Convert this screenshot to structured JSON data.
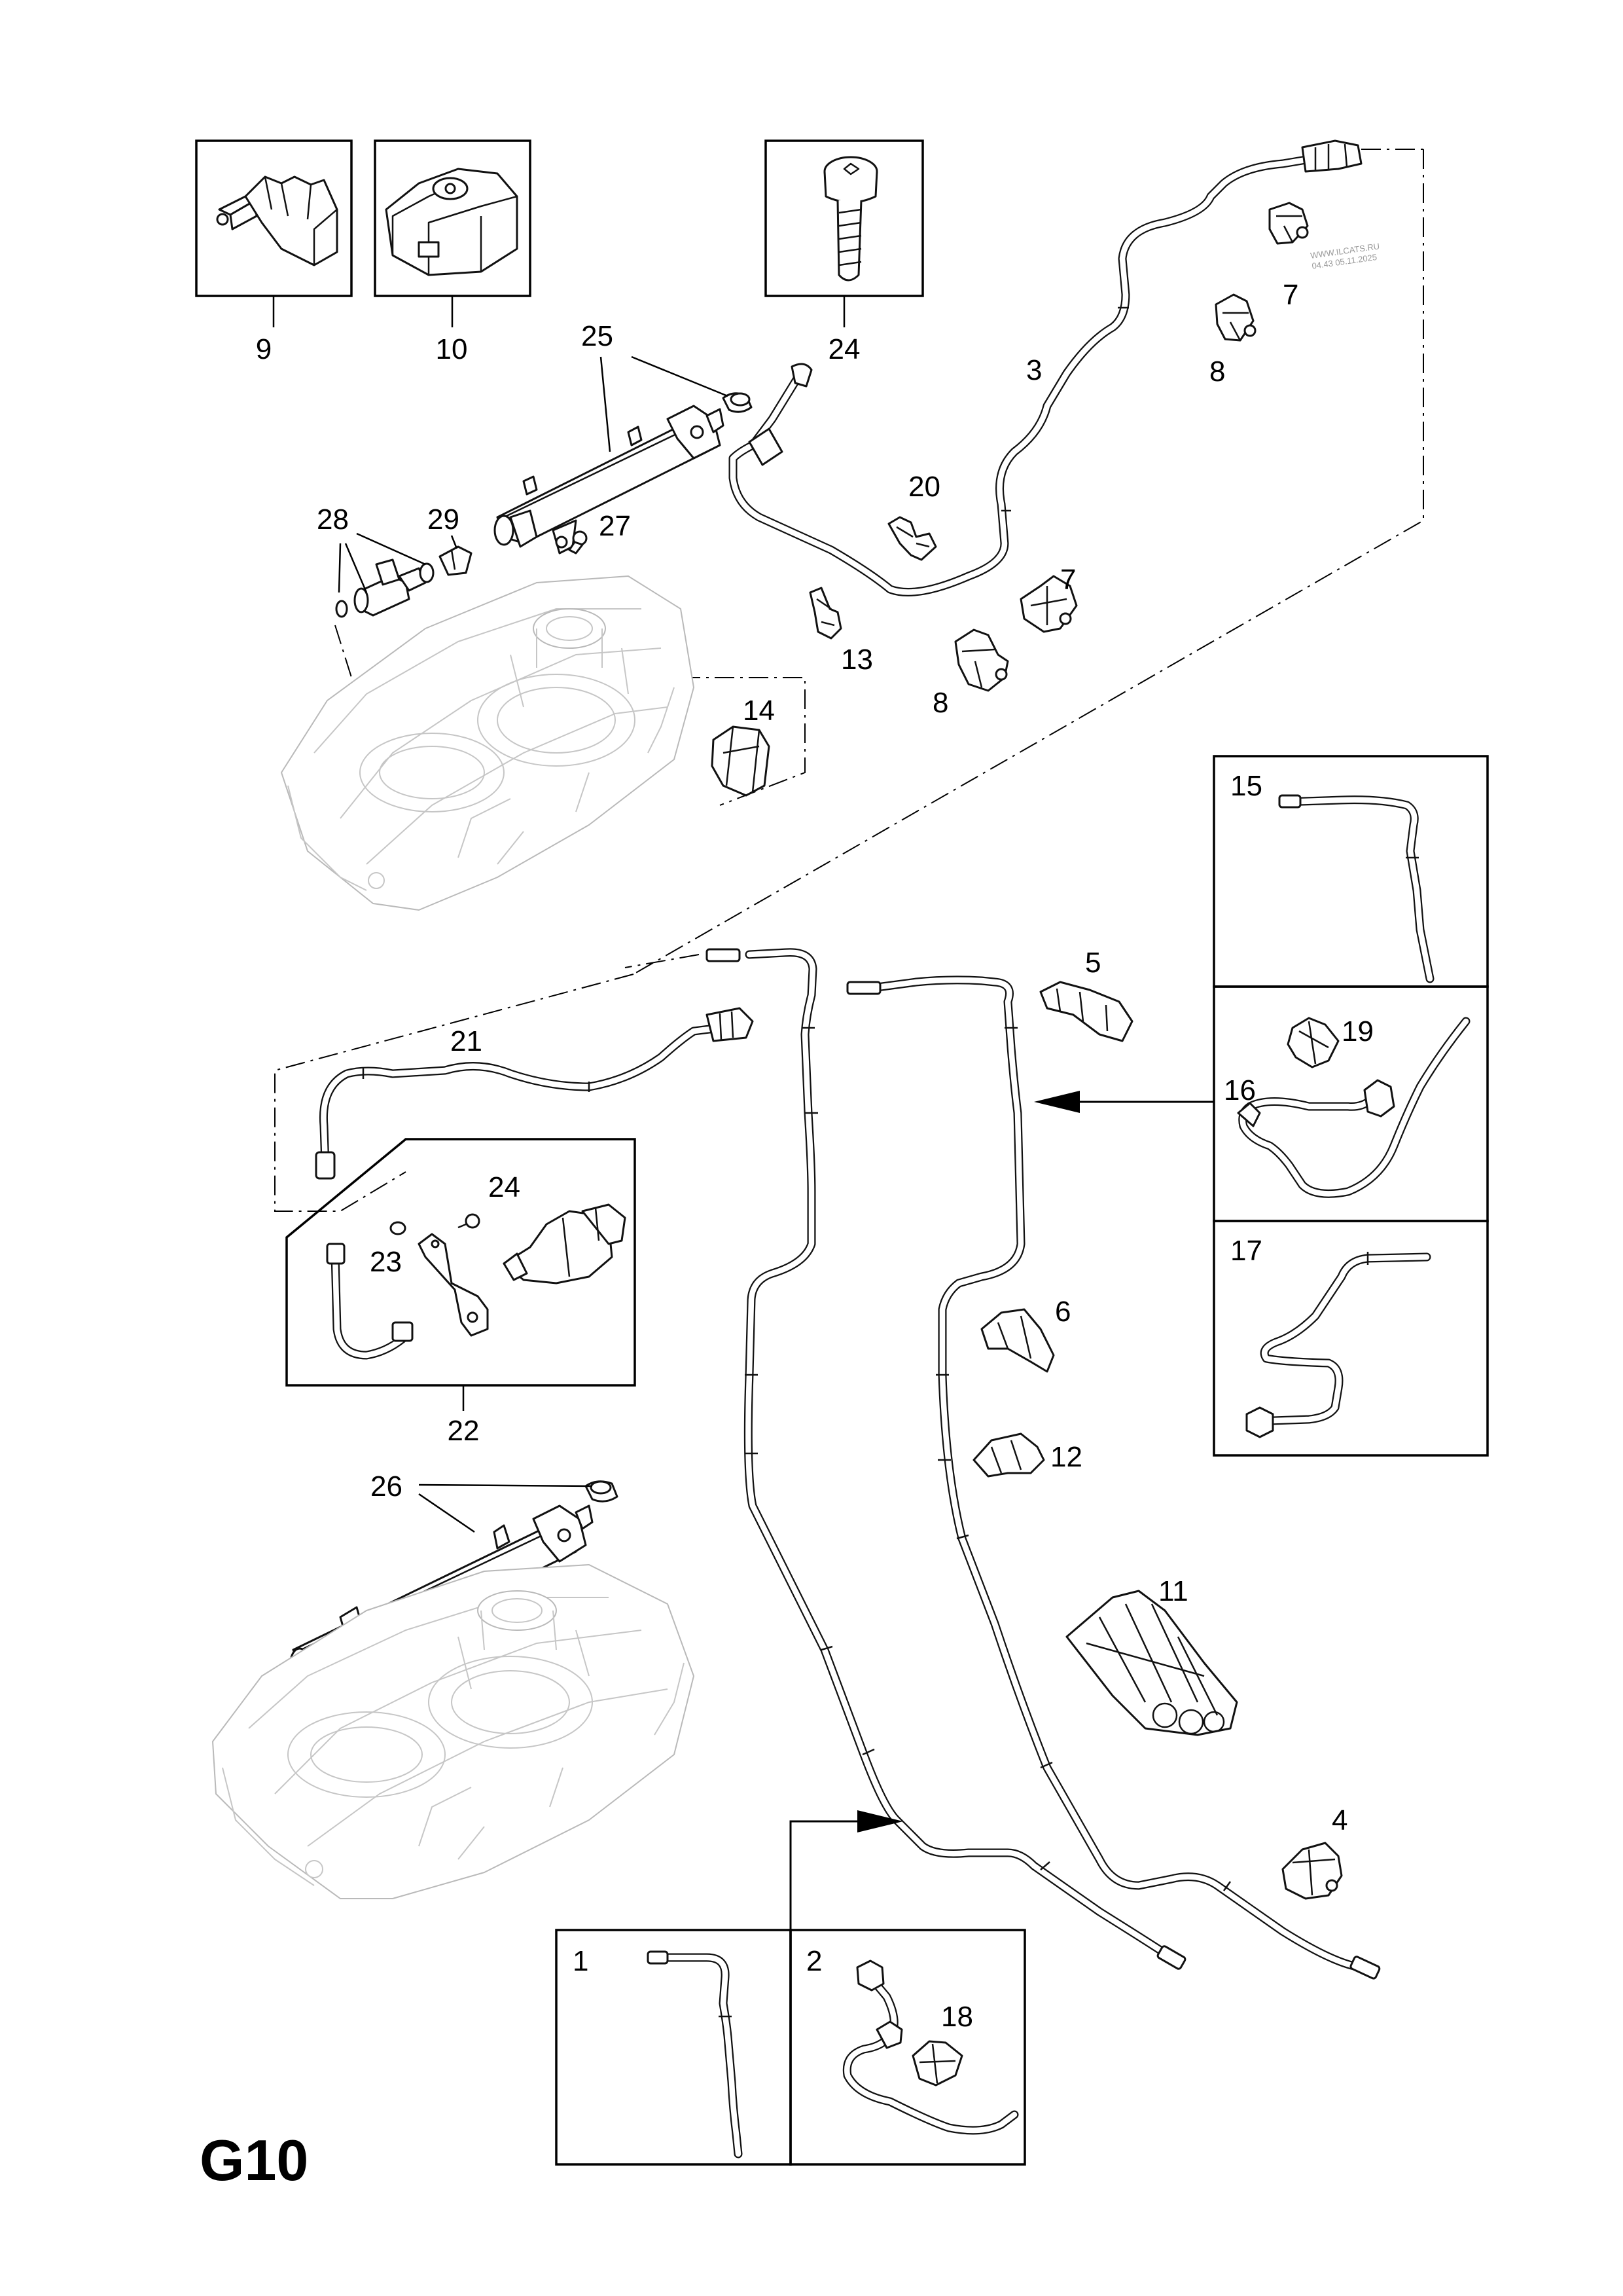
{
  "page_code": "G10",
  "watermark": {
    "site": "WWW.ILCATS.RU",
    "stamp": "04.43 05.11.2025"
  },
  "callouts": {
    "c1": "1",
    "c2": "2",
    "c3": "3",
    "c4": "4",
    "c5": "5",
    "c6": "6",
    "c7a": "7",
    "c7b": "7",
    "c8a": "8",
    "c8b": "8",
    "c9": "9",
    "c10": "10",
    "c11": "11",
    "c12": "12",
    "c13": "13",
    "c14": "14",
    "c15": "15",
    "c16": "16",
    "c17": "17",
    "c18": "18",
    "c19": "19",
    "c20": "20",
    "c21": "21",
    "c22": "22",
    "c23": "23",
    "c24a": "24",
    "c24b": "24",
    "c25": "25",
    "c26": "26",
    "c27": "27",
    "c28": "28",
    "c29": "29"
  }
}
